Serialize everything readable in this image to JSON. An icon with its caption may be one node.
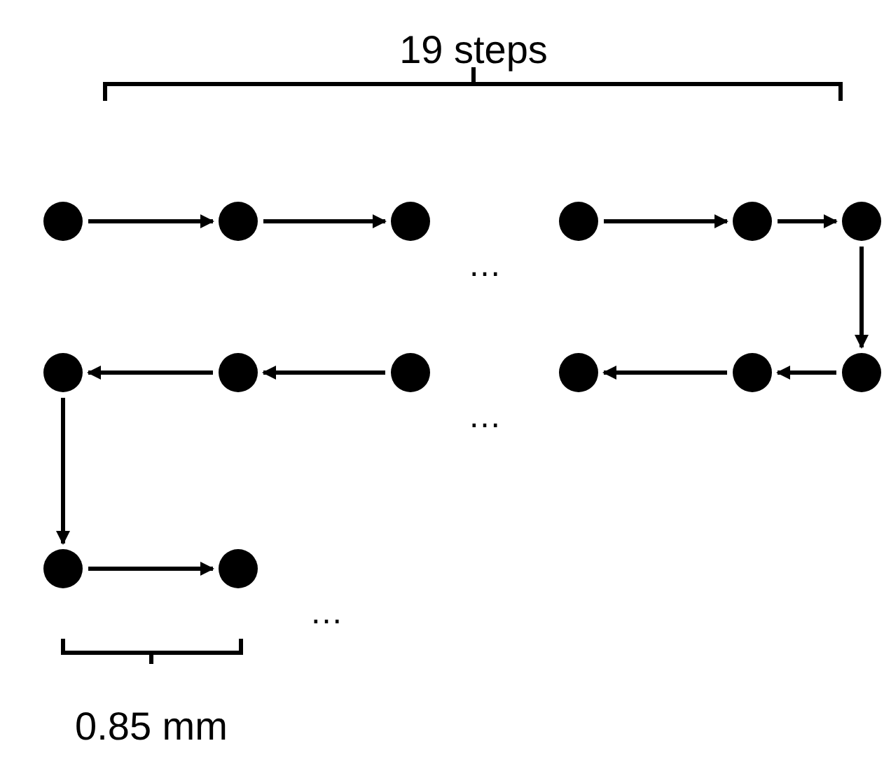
{
  "diagram": {
    "nodes": [
      {
        "text": [],
        "shape": "circle"
      },
      {
        "text": [],
        "shape": "circle"
      },
      {
        "text": [],
        "shape": "circle"
      },
      {
        "text": [],
        "shape": "circle"
      },
      {
        "text": [],
        "shape": "circle"
      },
      {
        "text": [],
        "shape": "circle"
      },
      {
        "text": [],
        "shape": "circle"
      },
      {
        "text": [],
        "shape": "circle"
      },
      {
        "text": [],
        "shape": "circle"
      },
      {
        "text": [],
        "shape": "circle"
      },
      {
        "text": [],
        "shape": "circle"
      },
      {
        "text": [],
        "shape": "circle"
      },
      {
        "text": [],
        "shape": "circle"
      },
      {
        "text": [],
        "shape": "circle"
      }
    ],
    "edges": [
      {
        "from": 0,
        "to": 1,
        "arrow": "to"
      },
      {
        "from": 1,
        "to": 2,
        "arrow": "to"
      },
      {
        "from": 3,
        "to": 4,
        "arrow": "to"
      },
      {
        "from": 4,
        "to": 5,
        "arrow": "to"
      },
      {
        "from": 5,
        "to": 11,
        "arrow": "to"
      },
      {
        "from": 11,
        "to": 10,
        "arrow": "to"
      },
      {
        "from": 10,
        "to": 9,
        "arrow": "to"
      },
      {
        "from": 8,
        "to": 7,
        "arrow": "to"
      },
      {
        "from": 7,
        "to": 6,
        "arrow": "to"
      },
      {
        "from": 6,
        "to": 12,
        "arrow": "to"
      },
      {
        "from": 12,
        "to": 13,
        "arrow": "to"
      }
    ],
    "labels": [
      "19 steps",
      "…",
      "…",
      "…",
      "0.85 mm"
    ]
  }
}
